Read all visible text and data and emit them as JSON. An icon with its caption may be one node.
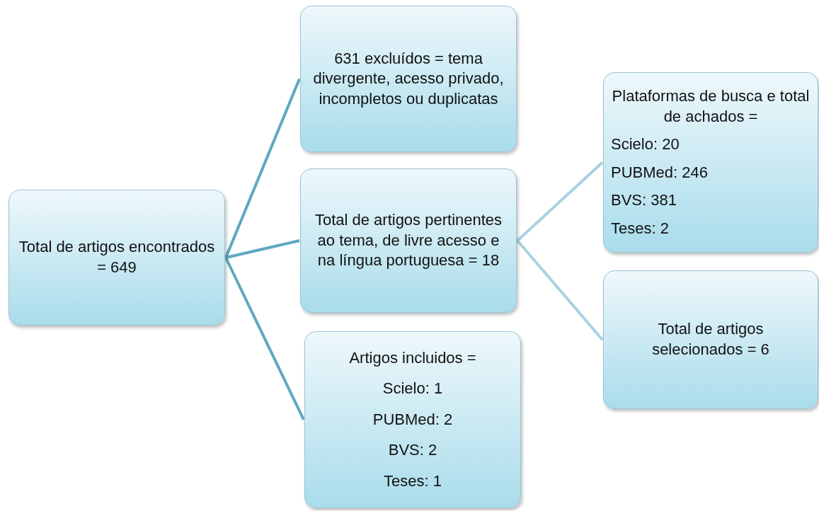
{
  "diagram": {
    "nodes": [
      {
        "text": [
          "Total de artigos encontrados = 649"
        ]
      },
      {
        "text": [
          "631 excluídos = tema divergente, acesso privado, incompletos ou duplicatas"
        ]
      },
      {
        "text": [
          "Total de artigos pertinentes ao tema, de livre acesso e na língua portuguesa = 18"
        ]
      },
      {
        "text": [
          "Artigos incluidos =",
          "Scielo: 1",
          "PUBMed: 2",
          "BVS: 2",
          "Teses: 1"
        ]
      },
      {
        "text": [
          "Plataformas de busca e total de achados =",
          "Scielo: 20",
          "PUBMed: 246",
          "BVS: 381",
          "Teses: 2"
        ]
      },
      {
        "text": [
          "Total de artigos selecionados = 6"
        ]
      }
    ],
    "edges": [
      {
        "from": 0,
        "to": 1,
        "arrow": "none"
      },
      {
        "from": 0,
        "to": 2,
        "arrow": "none"
      },
      {
        "from": 0,
        "to": 3,
        "arrow": "none"
      },
      {
        "from": 2,
        "to": 4,
        "arrow": "none",
        "color": "#a9d2e1"
      },
      {
        "from": 2,
        "to": 5,
        "arrow": "none",
        "color": "#a9d2e1"
      }
    ]
  }
}
